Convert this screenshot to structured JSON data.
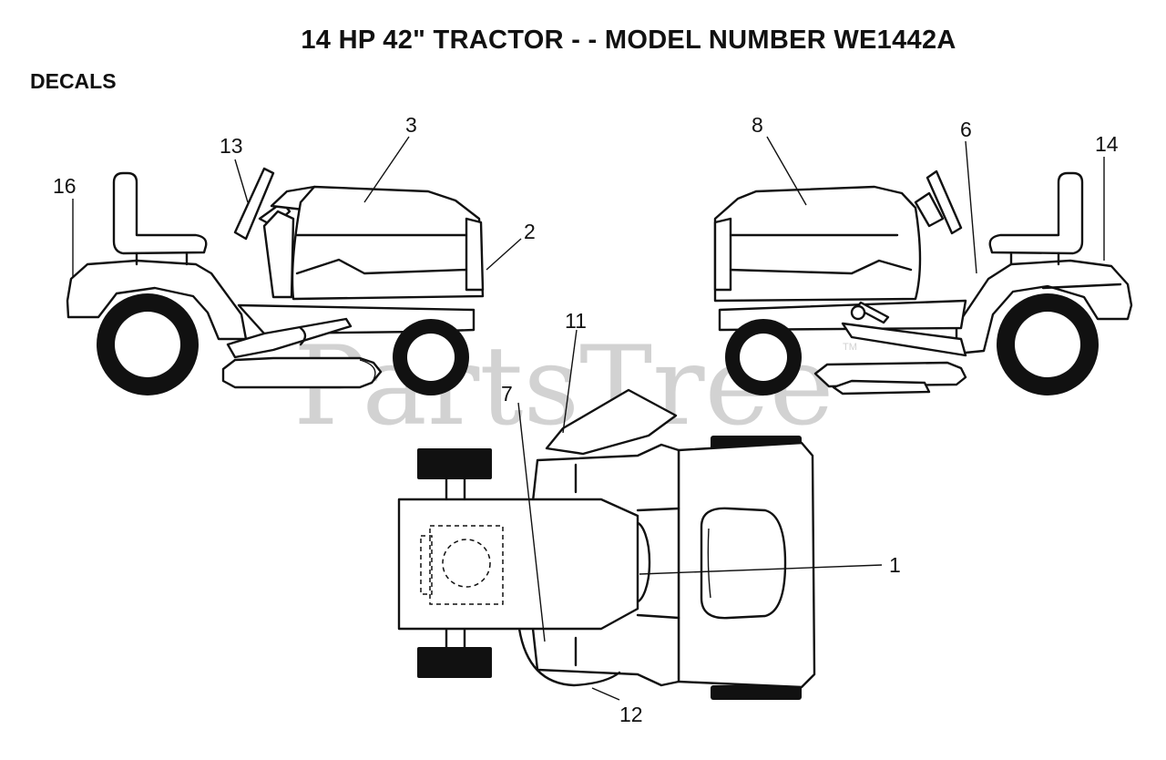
{
  "title": "14 HP 42\" TRACTOR - - MODEL NUMBER WE1442A",
  "section": "DECALS",
  "watermark": "PartsTree",
  "watermark_tm": "TM",
  "callouts": {
    "c1": "1",
    "c2": "2",
    "c3": "3",
    "c6": "6",
    "c7": "7",
    "c8": "8",
    "c11": "11",
    "c12": "12",
    "c13": "13",
    "c14": "14",
    "c16": "16"
  }
}
